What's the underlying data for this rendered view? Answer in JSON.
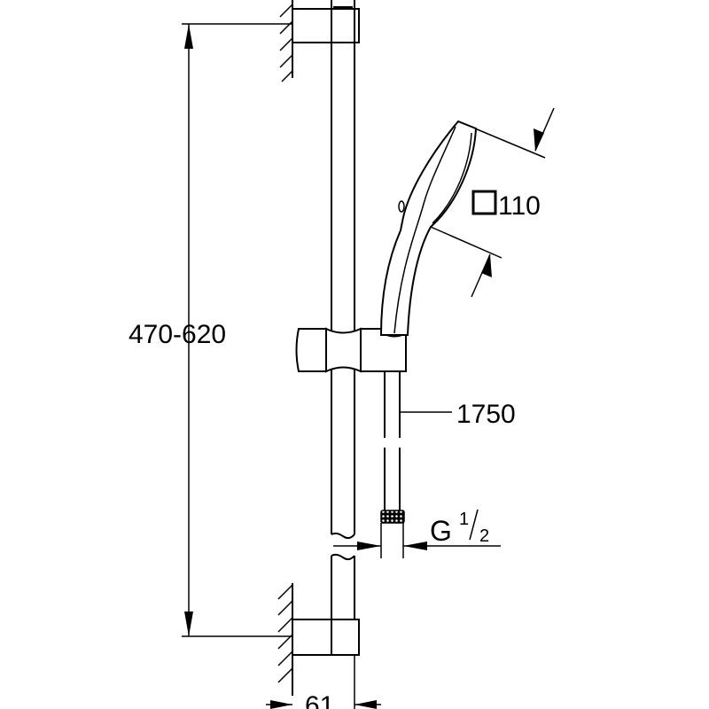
{
  "drawing": {
    "title": "Shower rail set dimension drawing",
    "dimensions": {
      "rail_height": "470-620",
      "hose_length": "1750",
      "head_size": "110",
      "connection_letter": "G",
      "connection_num": "1",
      "connection_den": "2",
      "wall_offset": "61"
    },
    "icons": [
      "square-symbol-icon",
      "wall-hatch-icon"
    ]
  }
}
